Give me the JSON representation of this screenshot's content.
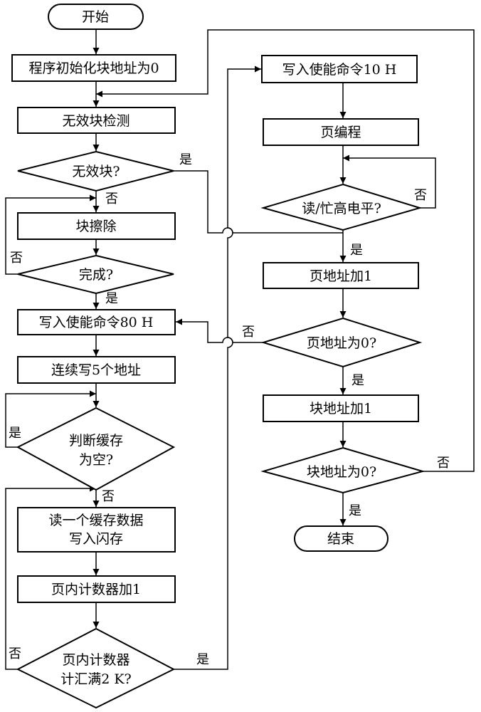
{
  "nodes": {
    "start": "开始",
    "init": "程序初始化块地址为0",
    "bad_detect": "无效块检测",
    "bad_q": "无效块?",
    "erase": "块擦除",
    "done_q": "完成?",
    "cmd80": "写入使能命令80 H",
    "addr5": "连续写5个地址",
    "buf_empty_q_1": "判断缓存",
    "buf_empty_q_2": "为空?",
    "read_buf_1": "读一个缓存数据",
    "read_buf_2": "写入闪存",
    "page_cnt_inc": "页内计数器加1",
    "page_full_q_1": "页内计数器",
    "page_full_q_2": "计汇满2 K?",
    "cmd10": "写入使能命令10 H",
    "page_prog": "页编程",
    "rb_high_q": "读/忙高电平?",
    "page_addr_inc": "页地址加1",
    "page_addr_zero_q": "页地址为0?",
    "block_addr_inc": "块地址加1",
    "block_addr_zero_q": "块地址为0?",
    "end": "结束"
  },
  "edge_labels": {
    "yes": "是",
    "no": "否"
  }
}
